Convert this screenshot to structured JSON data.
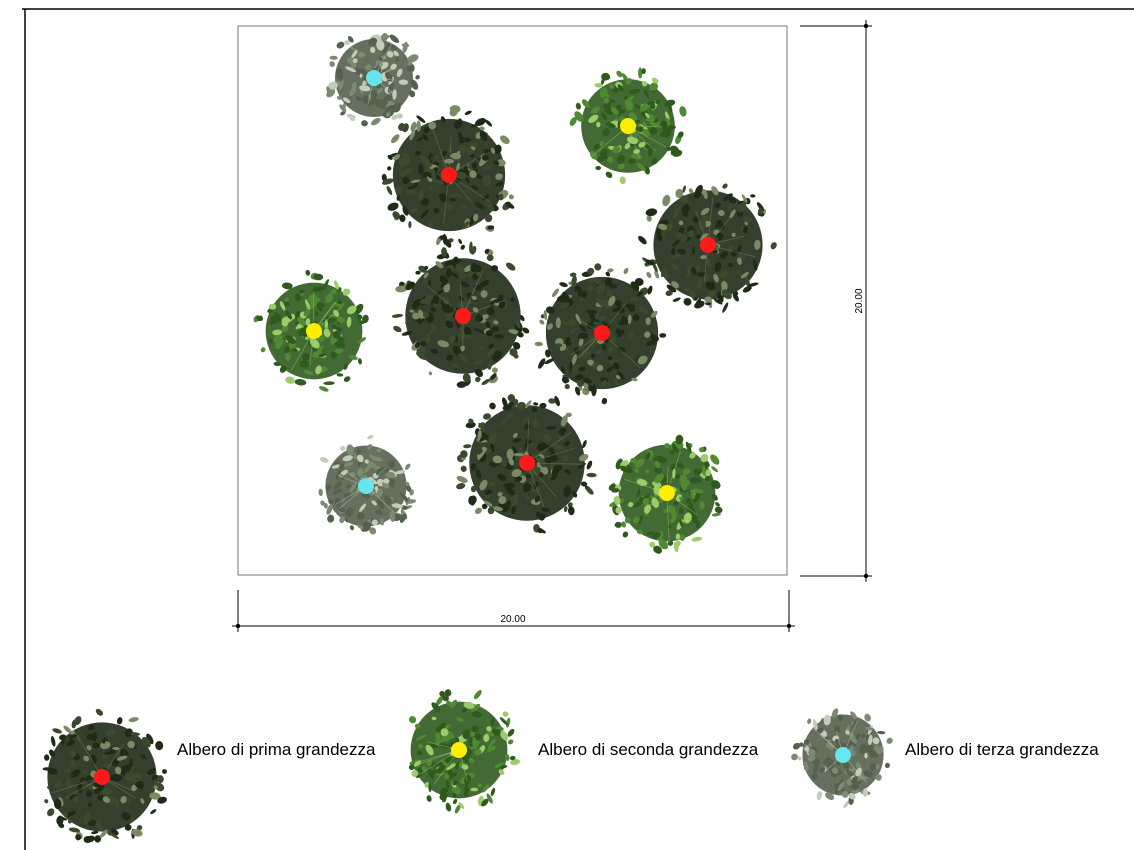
{
  "plan": {
    "width_dimension": "20.00",
    "height_dimension": "20.00"
  },
  "tree_classes": {
    "first": {
      "label": "Albero di prima grandezza",
      "dot_color": "#ff1a1a",
      "canopy_dark": "#1f2a17",
      "canopy_mid": "#3b4a2c",
      "canopy_light": "#7a8a66"
    },
    "second": {
      "label": "Albero di seconda grandezza",
      "dot_color": "#ffee00",
      "canopy_dark": "#2f5a1e",
      "canopy_mid": "#4f8a32",
      "canopy_light": "#9ccb6a"
    },
    "third": {
      "label": "Albero di terza grandezza",
      "dot_color": "#66e6ee",
      "canopy_dark": "#56614d",
      "canopy_mid": "#7d8a72",
      "canopy_light": "#c3cbb9"
    }
  },
  "trees": [
    {
      "class": "third",
      "id": "t1"
    },
    {
      "class": "first",
      "id": "t2"
    },
    {
      "class": "second",
      "id": "t3"
    },
    {
      "class": "first",
      "id": "t4"
    },
    {
      "class": "second",
      "id": "t5"
    },
    {
      "class": "first",
      "id": "t6"
    },
    {
      "class": "first",
      "id": "t7"
    },
    {
      "class": "third",
      "id": "t8"
    },
    {
      "class": "first",
      "id": "t9"
    },
    {
      "class": "second",
      "id": "t10"
    }
  ],
  "legend": [
    {
      "class": "first",
      "label": "Albero di prima grandezza"
    },
    {
      "class": "second",
      "label": "Albero di seconda grandezza"
    },
    {
      "class": "third",
      "label": "Albero di terza grandezza"
    }
  ]
}
